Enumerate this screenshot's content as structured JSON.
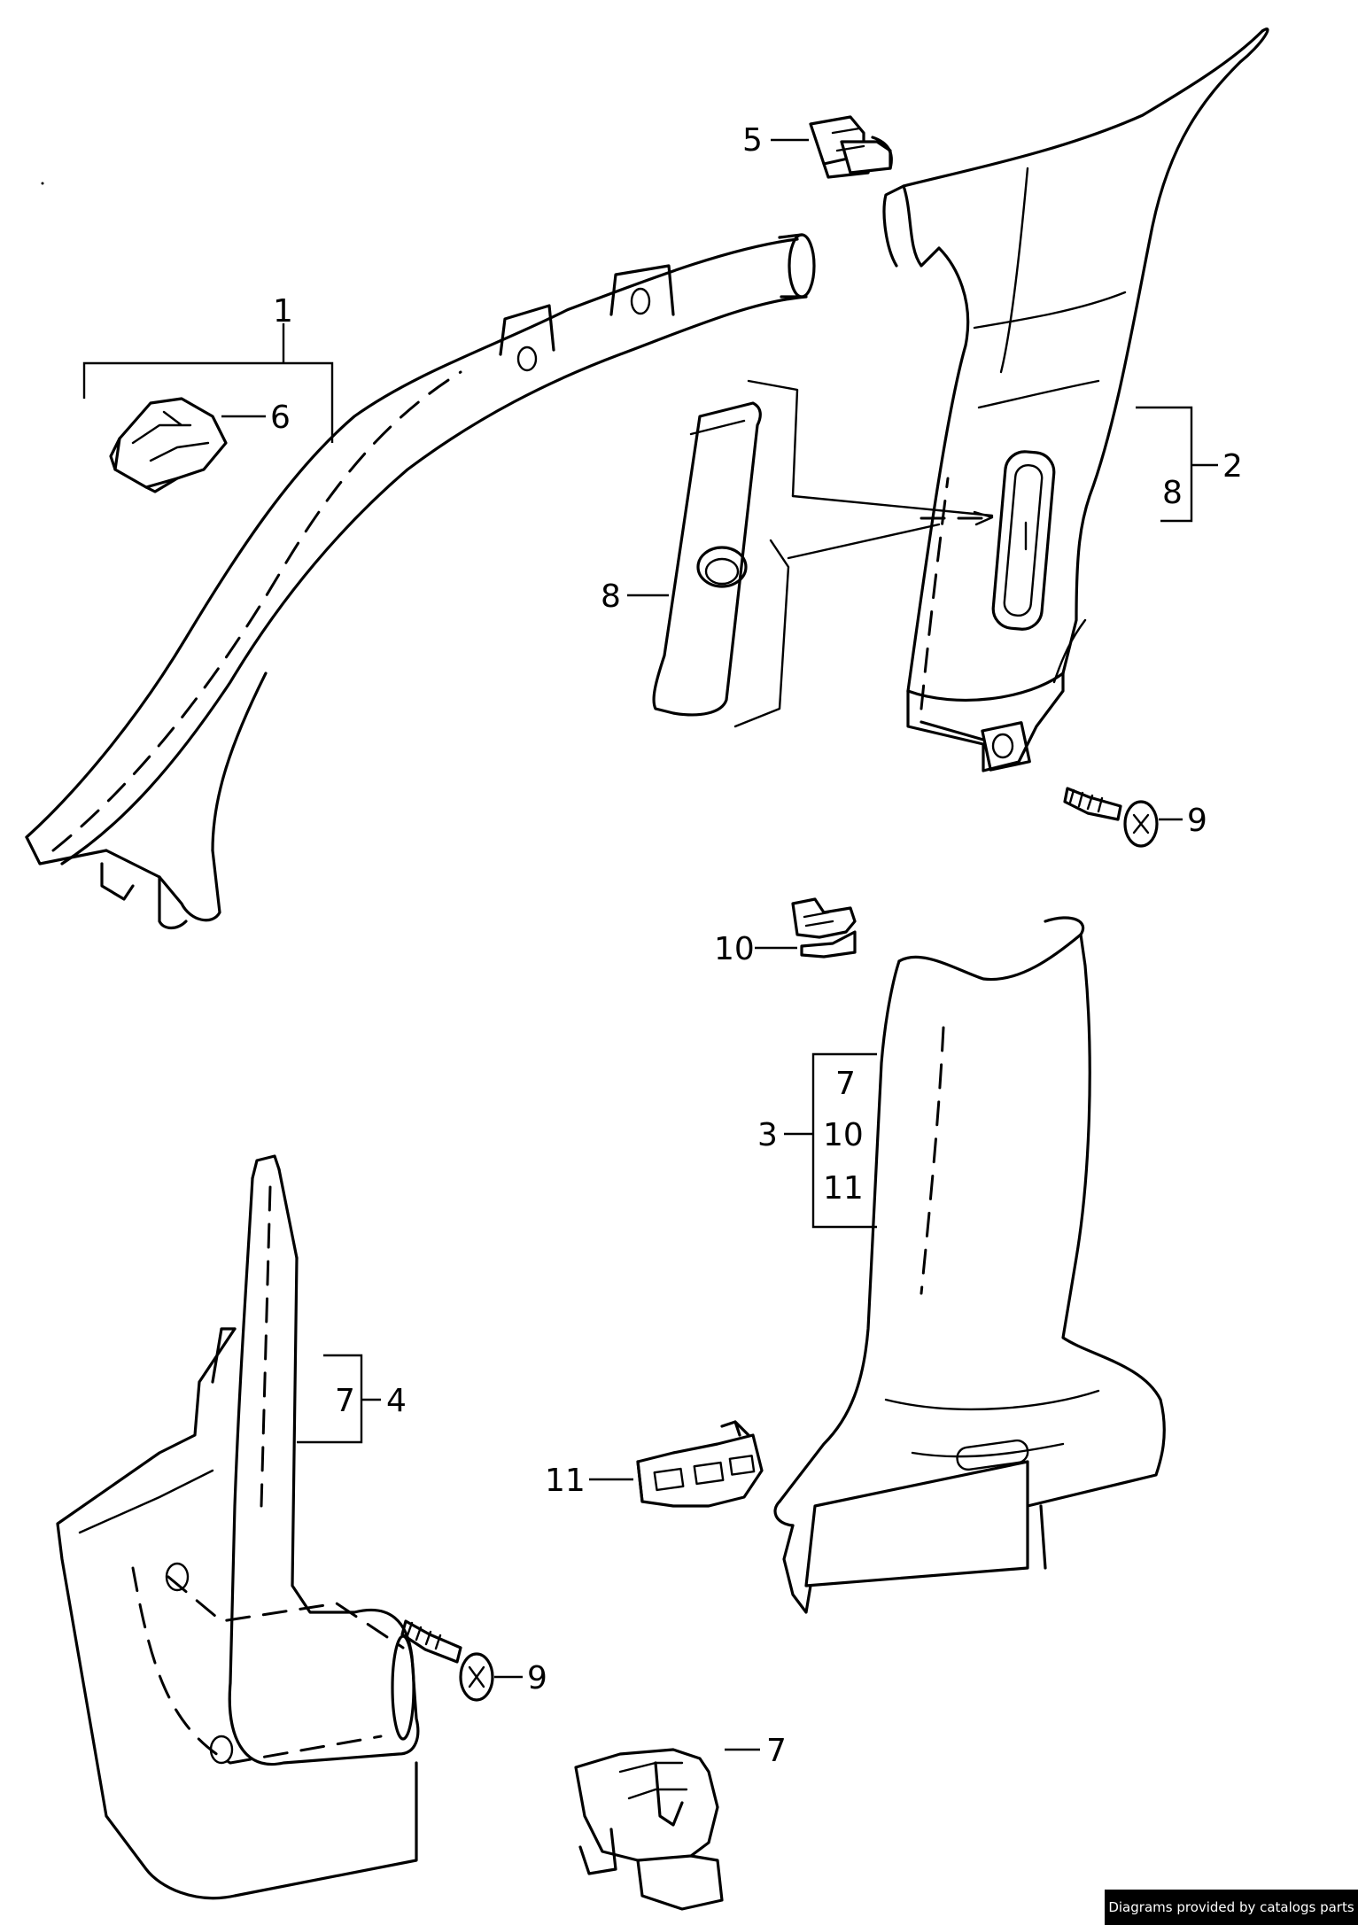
{
  "callouts": {
    "c1": "1",
    "c2": "2",
    "c3": "3",
    "c4": "4",
    "c5": "5",
    "c6": "6",
    "c7_bracket3": "7",
    "c7_bracket4": "7",
    "c7_clip": "7",
    "c8_bracket2": "8",
    "c8_panel": "8",
    "c9_upper": "9",
    "c9_lower": "9",
    "c10_clip": "10",
    "c10_bracket3": "10",
    "c11_clip": "11",
    "c11_bracket3": "11"
  },
  "credit": "Diagrams provided by catalogs parts"
}
